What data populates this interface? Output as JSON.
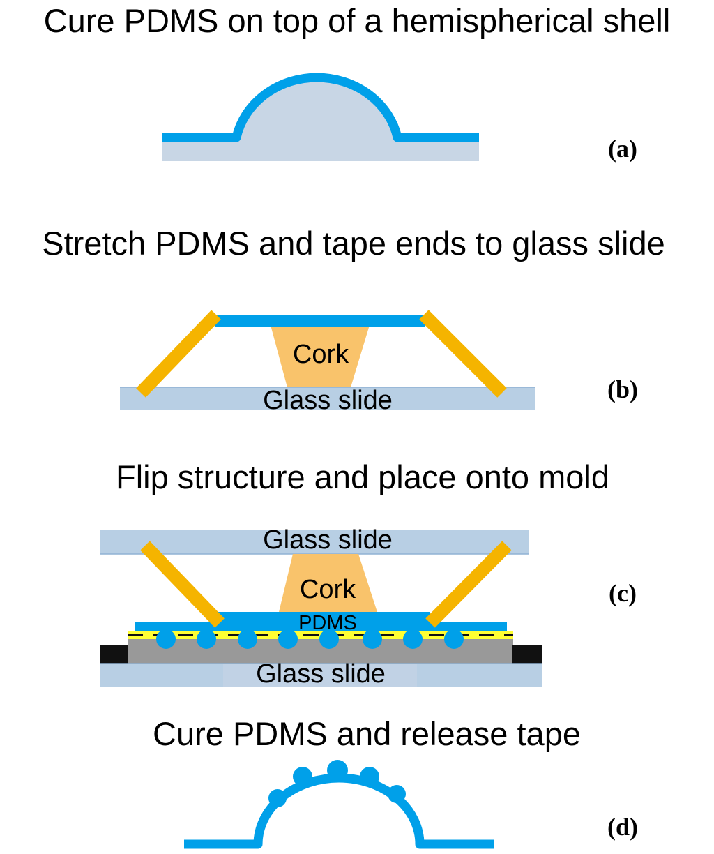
{
  "colors": {
    "pdms": "#00A0E9",
    "substrate": "#C8D6E5",
    "glass": "#B8CFE4",
    "glass_edge": "#8FB2D4",
    "tape": "#F5B400",
    "cork": "#F9C36B",
    "mold": "#999999",
    "spacer": "#111111",
    "yellow_layer": "#FFFF33"
  },
  "steps": [
    {
      "title": "Cure PDMS on top of a hemispherical shell",
      "tag": "(a)"
    },
    {
      "title": "Stretch PDMS and tape ends to glass slide",
      "tag": "(b)",
      "labels": {
        "cork": "Cork",
        "glass": "Glass slide"
      }
    },
    {
      "title": "Flip structure and place onto mold",
      "tag": "(c)",
      "labels": {
        "glass_top": "Glass slide",
        "cork": "Cork",
        "pdms": "PDMS",
        "glass_bottom": "Glass slide"
      }
    },
    {
      "title": "Cure PDMS and release tape",
      "tag": "(d)"
    }
  ]
}
